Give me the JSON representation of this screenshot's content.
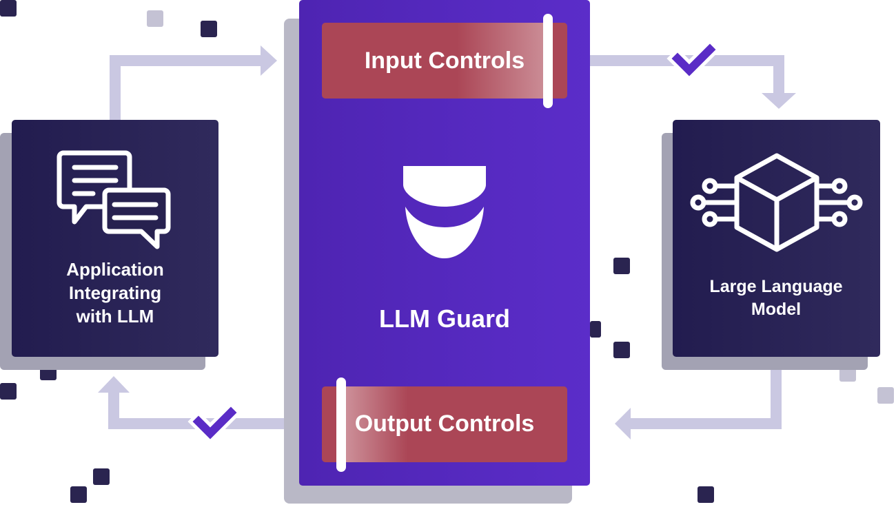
{
  "diagram": {
    "guard": {
      "title": "LLM Guard",
      "input_label": "Input Controls",
      "output_label": "Output Controls"
    },
    "app": {
      "line1": "Application",
      "line2": "Integrating",
      "line3": "with LLM",
      "icon": "chat-bubbles-icon"
    },
    "llm": {
      "line1": "Large Language",
      "line2": "Model",
      "icon": "cube-circuit-icon"
    },
    "colors": {
      "guard": "#5429c2",
      "control": "#ab4656",
      "box": "#26204f",
      "arrow": "#cac8e2",
      "check": "#5a2cc6",
      "shadow": "#b9b8c6"
    }
  }
}
